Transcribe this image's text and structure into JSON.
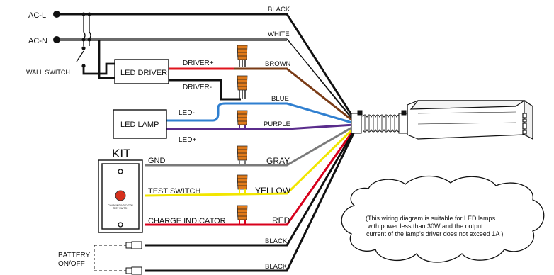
{
  "labels": {
    "ac_l": "AC-L",
    "ac_n": "AC-N",
    "wall_switch": "WALL  SWITCH",
    "led_driver": "LED DRIVER",
    "driver_plus": "DRIVER+",
    "driver_minus": "DRIVER-",
    "led_lamp": "LED LAMP",
    "led_minus": "LED-",
    "led_plus": "LED+",
    "kit": "KIT",
    "gnd": "GND",
    "test_switch": "TEST SWITCH",
    "charge_indicator": "CHARGE INDICATOR",
    "battery_line1": "BATTERY",
    "battery_line2": "ON/OFF",
    "panel_line1": "CHARGING INDICATOR",
    "panel_line2": "TEST SWITCH"
  },
  "wires": [
    {
      "label": "BLACK",
      "color": "#111111"
    },
    {
      "label": "WHITE",
      "color": "#111111"
    },
    {
      "label": "BROWN",
      "color": "#7a3b16"
    },
    {
      "label": "BLUE",
      "color": "#2f7fd0"
    },
    {
      "label": "PURPLE",
      "color": "#5a2c8c"
    },
    {
      "label": "GRAY",
      "color": "#7a7a7a"
    },
    {
      "label": "YELLOW",
      "color": "#f2e600"
    },
    {
      "label": "RED",
      "color": "#d8001c"
    },
    {
      "label": "BLACK",
      "color": "#111111"
    },
    {
      "label": "BLACK",
      "color": "#111111"
    }
  ],
  "note": {
    "line1": "(This wiring diagram is suitable for LED lamps",
    "line2": "with power less than 30W and the output",
    "line3": "current of the lamp's driver does not exceed 1A )"
  },
  "colors": {
    "wire_nut": "#e07a1a",
    "driver_plus": "#e0141e",
    "indicator_button": "#d6301c",
    "line": "#111111"
  }
}
